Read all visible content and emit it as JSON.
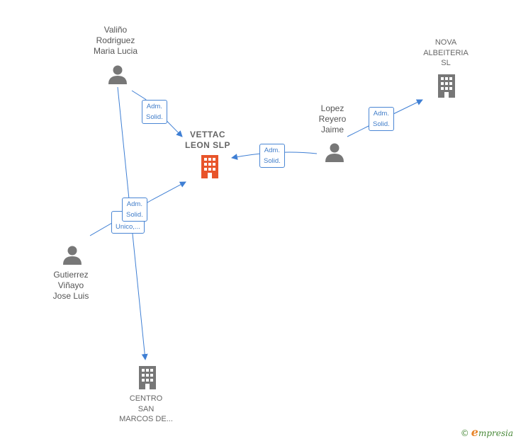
{
  "nodes": {
    "valino": {
      "lines": [
        "Valiño",
        "Rodriguez",
        "Maria Lucia"
      ]
    },
    "vettac": {
      "lines": [
        "VETTAC",
        "LEON  SLP"
      ]
    },
    "lopez": {
      "lines": [
        "Lopez",
        "Reyero",
        "Jaime"
      ]
    },
    "nova": {
      "lines": [
        "NOVA",
        "ALBEITERIA",
        "SL"
      ]
    },
    "gutierrez": {
      "lines": [
        "Gutierrez",
        "Viñayo",
        "Jose Luis"
      ]
    },
    "centro": {
      "lines": [
        "CENTRO",
        "SAN",
        "MARCOS DE..."
      ]
    }
  },
  "edges": {
    "valino_vettac": {
      "lines": [
        "Adm.",
        "Solid."
      ]
    },
    "lopez_vettac": {
      "lines": [
        "Adm.",
        "Solid."
      ]
    },
    "lopez_nova": {
      "lines": [
        "Adm.",
        "Solid."
      ]
    },
    "gutierrez_vettac": {
      "lines": [
        "Adm.",
        "Solid."
      ]
    },
    "valino_centro": {
      "lines": [
        "Unico,..."
      ]
    }
  },
  "watermark": {
    "copyright": "©",
    "e": "e",
    "brand": "mpresia"
  },
  "colors": {
    "edge": "#3f7fd4",
    "person": "#777777",
    "company": "#777777",
    "main_company": "#e8542a"
  },
  "icons": {
    "person": "person-icon",
    "company": "building-icon"
  }
}
